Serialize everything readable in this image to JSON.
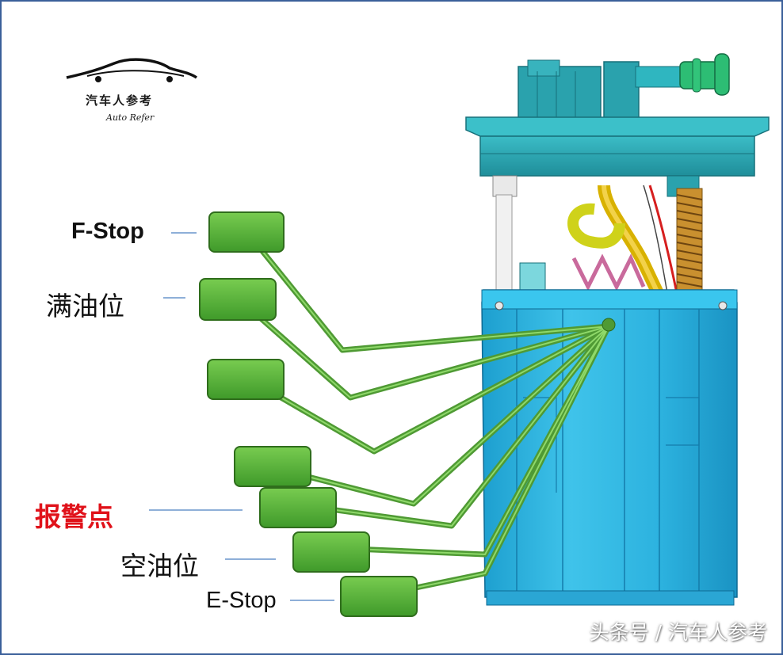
{
  "logo": {
    "cn": "汽车人参考",
    "en": "Auto Refer"
  },
  "labels": {
    "f_stop": "F-Stop",
    "full_level": "满油位",
    "alarm_point": "报警点",
    "empty_level": "空油位",
    "e_stop": "E-Stop"
  },
  "watermark": "头条号 / 汽车人参考",
  "colors": {
    "module_body": "#27b6e0",
    "flange": "#2aa7b3",
    "float": "#5db83c",
    "float_arm": "#66b646",
    "label_alarm": "#e0121a",
    "leader_line": "#4a7fc0",
    "frame_border": "#3a5f9a"
  }
}
